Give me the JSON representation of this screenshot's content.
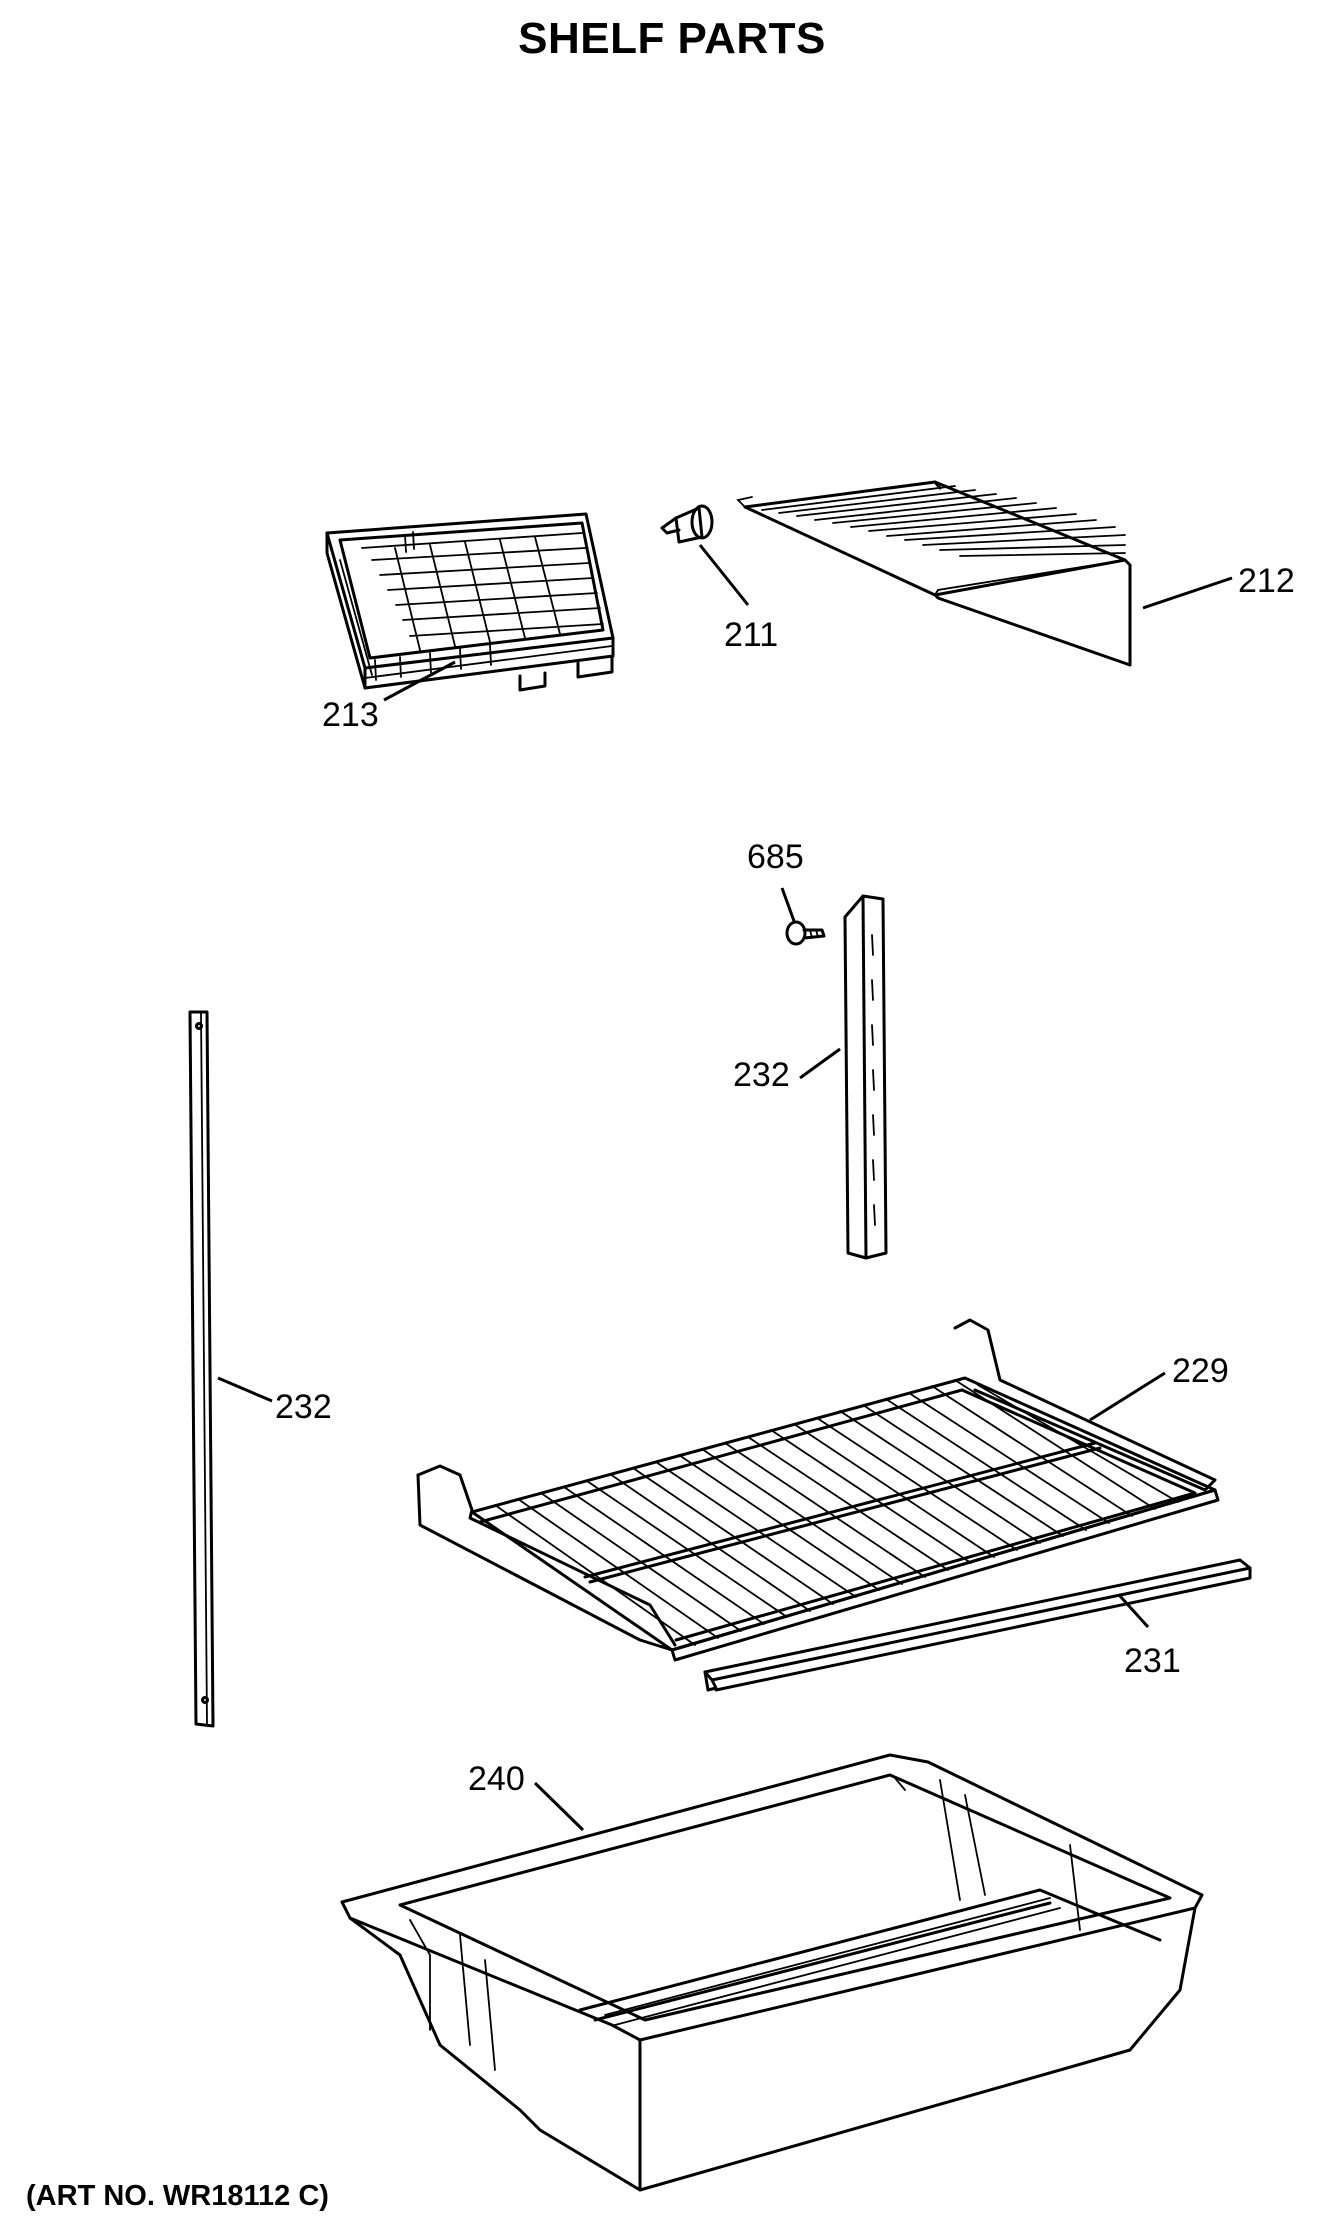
{
  "title": "SHELF PARTS",
  "art_number": "(ART NO. WR18112 C)",
  "parts": [
    {
      "id": "part-213",
      "label": "213",
      "name": "ice-tray"
    },
    {
      "id": "part-211",
      "label": "211",
      "name": "shelf-support-stud"
    },
    {
      "id": "part-212",
      "label": "212",
      "name": "freezer-wire-shelf"
    },
    {
      "id": "part-685",
      "label": "685",
      "name": "screw"
    },
    {
      "id": "part-232a",
      "label": "232",
      "name": "shelf-support-channel-right"
    },
    {
      "id": "part-232b",
      "label": "232",
      "name": "shelf-support-channel-left"
    },
    {
      "id": "part-229",
      "label": "229",
      "name": "fresh-food-wire-shelf"
    },
    {
      "id": "part-231",
      "label": "231",
      "name": "shelf-front-trim"
    },
    {
      "id": "part-240",
      "label": "240",
      "name": "crisper-pan"
    }
  ]
}
